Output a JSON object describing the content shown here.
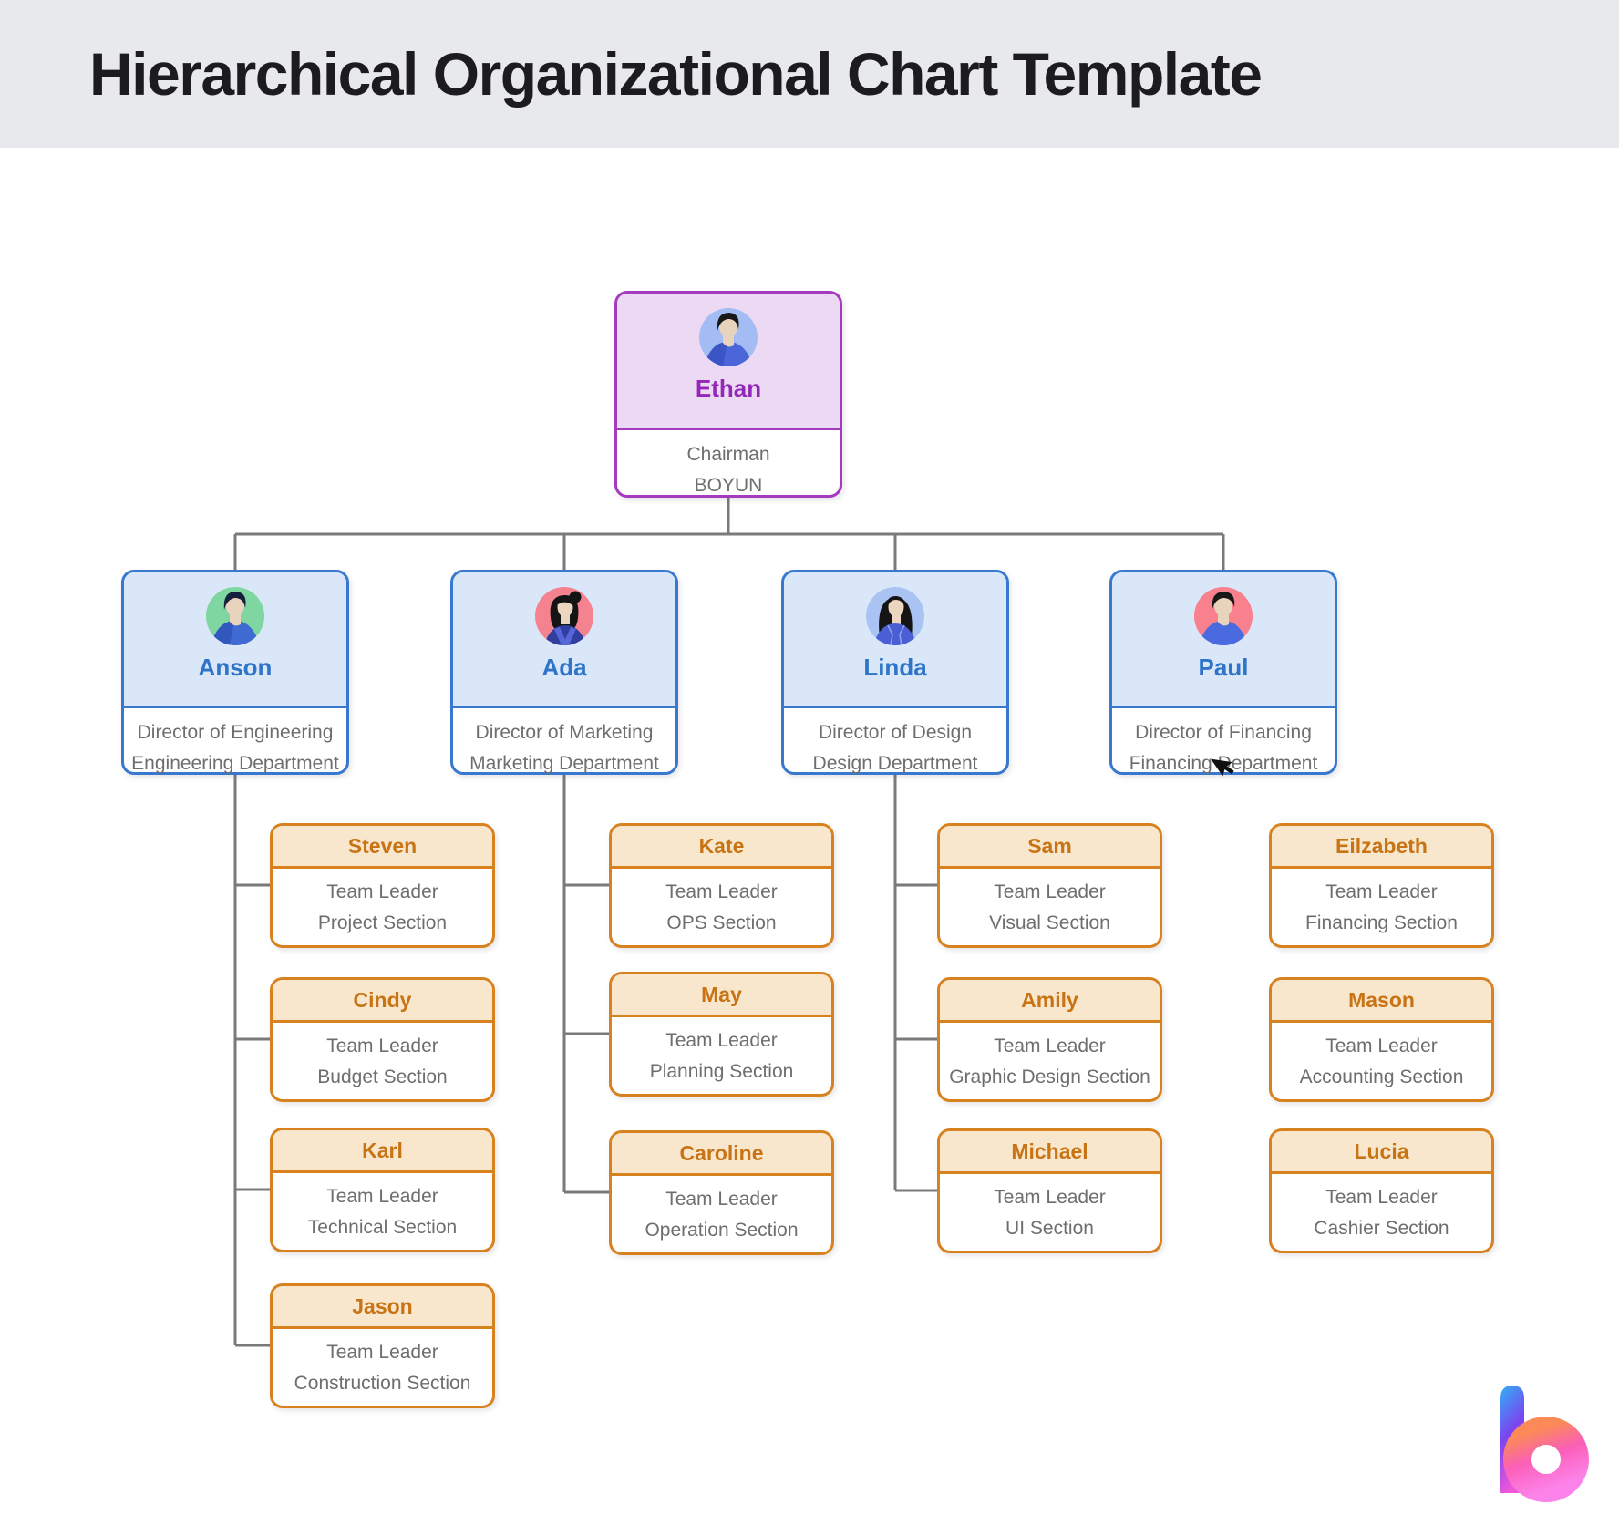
{
  "page": {
    "title": "Hierarchical Organizational Chart Template"
  },
  "theme": {
    "titlebar_bg": "#e8e9ec",
    "root_border": "#a43bbf",
    "root_header_bg": "#ecd9f4",
    "root_name_color": "#9327b8",
    "director_border": "#3879cf",
    "director_header_bg": "#d9e7f8",
    "director_name_color": "#2e74c8",
    "leaf_border": "#d8821f",
    "leaf_header_bg": "#f8e6cd",
    "leaf_name_color": "#c87414",
    "body_text_color": "#6e6e6e",
    "connector_color": "#7a7a7a"
  },
  "icons": {
    "logo": "boyun-b-logo",
    "cursor": "mouse-pointer"
  },
  "org": {
    "root": {
      "name": "Ethan",
      "title": "Chairman",
      "company": "BOYUN",
      "avatar": "man-dark-hair-blue-shirt",
      "avatar_bg": "#a3bdf4"
    },
    "directors": [
      {
        "name": "Anson",
        "title": "Director of Engineering",
        "department": "Engineering Department",
        "avatar": "man-dark-hair-blue-shirt",
        "avatar_bg": "#7fd6a0"
      },
      {
        "name": "Ada",
        "title": "Director of Marketing",
        "department": "Marketing Department",
        "avatar": "woman-bun-overalls",
        "avatar_bg": "#f4838f"
      },
      {
        "name": "Linda",
        "title": "Director of Design",
        "department": "Design Department",
        "avatar": "woman-long-hair-jacket",
        "avatar_bg": "#a9c4f2"
      },
      {
        "name": "Paul",
        "title": "Director of Financing",
        "department": "Financing Department",
        "avatar": "man-dark-hair-blue-shirt",
        "avatar_bg": "#f8818d"
      }
    ],
    "team_leaders": {
      "engineering": [
        {
          "name": "Steven",
          "title": "Team Leader",
          "section": "Project Section"
        },
        {
          "name": "Cindy",
          "title": "Team Leader",
          "section": "Budget Section"
        },
        {
          "name": "Karl",
          "title": "Team Leader",
          "section": "Technical Section"
        },
        {
          "name": "Jason",
          "title": "Team Leader",
          "section": "Construction Section"
        }
      ],
      "marketing": [
        {
          "name": "Kate",
          "title": "Team Leader",
          "section": "OPS Section"
        },
        {
          "name": "May",
          "title": "Team Leader",
          "section": "Planning Section"
        },
        {
          "name": "Caroline",
          "title": "Team Leader",
          "section": "Operation Section"
        }
      ],
      "design": [
        {
          "name": "Sam",
          "title": "Team Leader",
          "section": "Visual Section"
        },
        {
          "name": "Amily",
          "title": "Team Leader",
          "section": "Graphic Design Section"
        },
        {
          "name": "Michael",
          "title": "Team Leader",
          "section": "UI Section"
        }
      ],
      "financing": [
        {
          "name": "Eilzabeth",
          "title": "Team Leader",
          "section": "Financing Section"
        },
        {
          "name": "Mason",
          "title": "Team Leader",
          "section": "Accounting Section"
        },
        {
          "name": "Lucia",
          "title": "Team Leader",
          "section": "Cashier Section"
        }
      ]
    }
  }
}
